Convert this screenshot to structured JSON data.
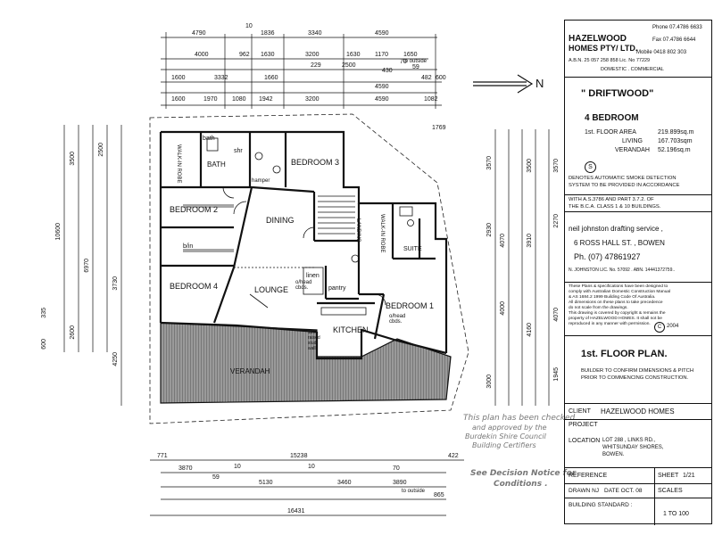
{
  "company": {
    "name_line1": "HAZELWOOD",
    "name_line2": "HOMES PTY/ LTD.",
    "phone": "Phone 07.4786 6633",
    "fax": "Fax 07.4786 6644",
    "mobile": "Mobile 0418 802 303",
    "abn": "A.B.N. 25 057 258 858 Lic. No 77229",
    "type": "DOMESTIC . COMMERCIAL"
  },
  "design": {
    "name": "\" DRIFTWOOD\"",
    "bedrooms": "4 BEDROOM",
    "floor_area_label": "1st. FLOOR AREA",
    "floor_area_value": "219.899sq.m",
    "living_label": "LIVING",
    "living_value": "167.703sqm",
    "verandah_label": "VERANDAH",
    "verandah_value": "52.196sq.m"
  },
  "smoke_note": {
    "symbol": "S",
    "line1": "DENOTES AUTOMATIC SMOKE DETECTION",
    "line2": "SYSTEM TO BE PROVIDED IN ACCORDANCE",
    "line3": "WITH A.S.3786 AND PART 3.7.2. OF",
    "line4": "THE B.C.A. CLASS 1 & 10 BUILDINGS."
  },
  "drafting": {
    "line1": "neil johnston drafting service ,",
    "line2": "6 ROSS HALL ST. , BOWEN",
    "line3": "Ph. (07) 47861927",
    "line4": "N. JOHNSTON LIC. No. 57092 . ABN. 14441372759.."
  },
  "copyright": {
    "line1": "These Plans & specifications have been designed to",
    "line2": "comply with Australian Domestic Construction Manual",
    "line3": "& AS 1684.2 1999 Building Code Of Australia.",
    "line4": "All dimensions on these plans to take precedence",
    "line5": "do not scale from the drawings.",
    "line6": "This drawing is covered by copyright & remains the",
    "line7": "property of HAZELWOOD HOMES. It shall not be",
    "line8": "reproduced in any manner with permission.",
    "symbol": "C",
    "year": "2004"
  },
  "plan_title": {
    "title": "1st. FLOOR PLAN.",
    "note1": "BUILDER TO CONFIRM DIMENSIONS & PITCH",
    "note2": "PRIOR TO COMMENCING CONSTRUCTION."
  },
  "details": {
    "client_label": "CLIENT",
    "client_value": "HAZELWOOD HOMES",
    "project_label": "PROJECT",
    "location_label": "LOCATION",
    "location_line1": "LOT 288 , LINKS RD.,",
    "location_line2": "WHITSUNDAY SHORES,",
    "location_line3": "BOWEN.",
    "reference_label": "REFERENCE",
    "sheet_label": "SHEET",
    "sheet_value": "1/21",
    "drawn_label": "DRAWN NJ",
    "date_label": "DATE OCT. 08",
    "scales_label": "SCALES",
    "standard_label": "BUILDING STANDARD :",
    "scale_value": "1 TO 100"
  },
  "stamp": {
    "line1": "This plan has been checked",
    "line2": "and approved by the",
    "line3": "Burdekin Shire Council",
    "line4": "Building Certifiers",
    "line5": "See Decision Notice for",
    "line6": "Conditions ."
  },
  "north_label": "N",
  "rooms": {
    "bath1": "bath",
    "bath": "BATH",
    "walkin_robe": "WALK-IN ROBE",
    "shr": "shr",
    "bedroom3": "BEDROOM 3",
    "bedroom2": "BEDROOM 2",
    "bedroom4": "BEDROOM 4",
    "dining": "DINING",
    "lounge": "LOUNGE",
    "kitchen": "KITCHEN",
    "bedroom1": "BEDROOM 1",
    "suite": "SUITE",
    "landing": "LANDING",
    "walkin_robe2": "WALK-IN ROBE",
    "verandah": "VERANDAH",
    "linen": "linen",
    "pantry": "pantry",
    "bin": "b/in",
    "ohead1": "o/head cbds.",
    "ohead2": "o/head cbds.",
    "hamper": "hamper",
    "raised": "1160 raised stud wall"
  },
  "dims_top": {
    "r1": [
      "4790",
      "10",
      "1836",
      "3340",
      "4590"
    ],
    "r2": [
      "4000",
      "962",
      "1630",
      "3200",
      "1630",
      "1170",
      "1650"
    ],
    "r2b": [
      "229",
      "2500",
      "430",
      "70",
      "59"
    ],
    "r3": [
      "1600",
      "3332",
      "1660",
      "4590",
      "482",
      "600"
    ],
    "r4": [
      "1600",
      "1970",
      "1080",
      "1942",
      "3200",
      "4590",
      "1082"
    ],
    "to_outside": "to outside"
  },
  "dims_bottom": {
    "r1": [
      "771",
      "15238",
      "422"
    ],
    "r2": [
      "3870",
      "10",
      "10",
      "70"
    ],
    "r3": [
      "59",
      "5130",
      "3460",
      "3890"
    ],
    "r4": [
      "865"
    ],
    "total": "16431",
    "to_outside": "to outside"
  },
  "dims_left": [
    "10600",
    "3500",
    "2500",
    "3730",
    "6970",
    "4250",
    "335",
    "600",
    "2600"
  ],
  "dims_right": [
    "3570",
    "3500",
    "3570",
    "2930",
    "4070",
    "3910",
    "2270",
    "4000",
    "4160",
    "4070",
    "3000",
    "1769",
    "1945"
  ]
}
